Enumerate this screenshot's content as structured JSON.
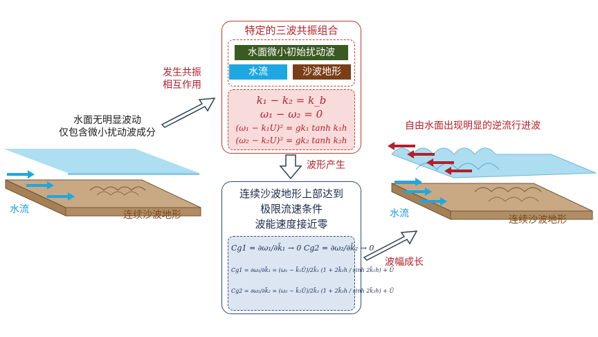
{
  "left": {
    "caption_line1": "水面无明显波动",
    "caption_line2": "仅包含微小扰动波成分",
    "flow_label": "水流",
    "sand_label": "连续沙波地形"
  },
  "top_panel": {
    "title": "特定的三波共振组合",
    "disturbance": "水面微小初始扰动波",
    "flow": "水流",
    "sand": "沙波地形",
    "eq1": "k₁ − k₂ = k_b",
    "eq2": "ω₁ − ω₂ = 0",
    "eq3": "(ω₁ − k₁U)² = gk₁ tanh k₁h",
    "eq4": "(ω₂ − k₂U)² = gk₂ tanh k₂h"
  },
  "arrow_labels": {
    "interaction_line1": "发生共振",
    "interaction_line2": "相互作用",
    "wave_generation": "波形产生",
    "amplitude_growth": "波幅成长"
  },
  "bottom_panel": {
    "title_line1": "连续沙波地形上部达到",
    "title_line2": "极限流速条件",
    "title_line3": "波能速度接近零",
    "eq1": "Cg1 = ∂ω₁/∂k̄₁ → 0     Cg2 = ∂ω₂/∂k̄₂ → 0",
    "eq2": "Cg1 = ∂ω₁/∂k̄₁ = (ω₁ − k̄₁Ū)/2k̄₁ (1 + 2k̄₁h / sinh 2k̄₁h) + Ū",
    "eq3": "Cg2 = ∂ω₂/∂k̄₂ = (ω₂ − k̄₂Ū)/2k̄₂ (1 + 2k̄₂h / sinh 2k̄₂h) + Ū"
  },
  "right": {
    "caption": "自由水面出现明显的逆流行进波",
    "flow_label": "水流",
    "sand_label": "连续沙波地形"
  },
  "colors": {
    "red": "#b3202a",
    "navy": "#2c4a7a",
    "flow_blue": "#1ea7e0",
    "sand": "#c8a983",
    "water": "#9fd8ef"
  }
}
